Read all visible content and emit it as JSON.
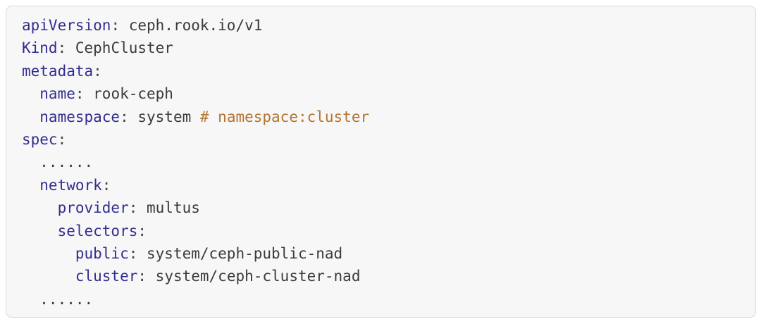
{
  "page": {
    "background": "#ffffff"
  },
  "code_block": {
    "language": "yaml",
    "background": "#f7f7f8",
    "border_color": "#dadade",
    "token_colors": {
      "key": "#312d8f",
      "punct": "#454545",
      "value": "#3b3b3b",
      "comment": "#b5742f"
    },
    "lines": [
      {
        "segments": [
          {
            "type": "key",
            "text": "apiVersion"
          },
          {
            "type": "punct",
            "text": ": "
          },
          {
            "type": "value",
            "text": "ceph.rook.io/v1"
          }
        ]
      },
      {
        "segments": [
          {
            "type": "key",
            "text": "Kind"
          },
          {
            "type": "punct",
            "text": ": "
          },
          {
            "type": "value",
            "text": "CephCluster"
          }
        ]
      },
      {
        "segments": [
          {
            "type": "key",
            "text": "metadata"
          },
          {
            "type": "punct",
            "text": ":"
          }
        ]
      },
      {
        "segments": [
          {
            "type": "key",
            "text": "  name"
          },
          {
            "type": "punct",
            "text": ": "
          },
          {
            "type": "value",
            "text": "rook-ceph"
          }
        ]
      },
      {
        "segments": [
          {
            "type": "key",
            "text": "  namespace"
          },
          {
            "type": "punct",
            "text": ": "
          },
          {
            "type": "value",
            "text": "system "
          },
          {
            "type": "comment",
            "text": "# namespace:cluster"
          }
        ]
      },
      {
        "segments": [
          {
            "type": "key",
            "text": "spec"
          },
          {
            "type": "punct",
            "text": ":"
          }
        ]
      },
      {
        "segments": [
          {
            "type": "value",
            "text": "  ......"
          }
        ]
      },
      {
        "segments": [
          {
            "type": "key",
            "text": "  network"
          },
          {
            "type": "punct",
            "text": ":"
          }
        ]
      },
      {
        "segments": [
          {
            "type": "key",
            "text": "    provider"
          },
          {
            "type": "punct",
            "text": ": "
          },
          {
            "type": "value",
            "text": "multus"
          }
        ]
      },
      {
        "segments": [
          {
            "type": "key",
            "text": "    selectors"
          },
          {
            "type": "punct",
            "text": ":"
          }
        ]
      },
      {
        "segments": [
          {
            "type": "key",
            "text": "      public"
          },
          {
            "type": "punct",
            "text": ": "
          },
          {
            "type": "value",
            "text": "system/ceph-public-nad"
          }
        ]
      },
      {
        "segments": [
          {
            "type": "key",
            "text": "      cluster"
          },
          {
            "type": "punct",
            "text": ": "
          },
          {
            "type": "value",
            "text": "system/ceph-cluster-nad"
          }
        ]
      },
      {
        "segments": [
          {
            "type": "value",
            "text": "  ......"
          }
        ]
      }
    ]
  }
}
